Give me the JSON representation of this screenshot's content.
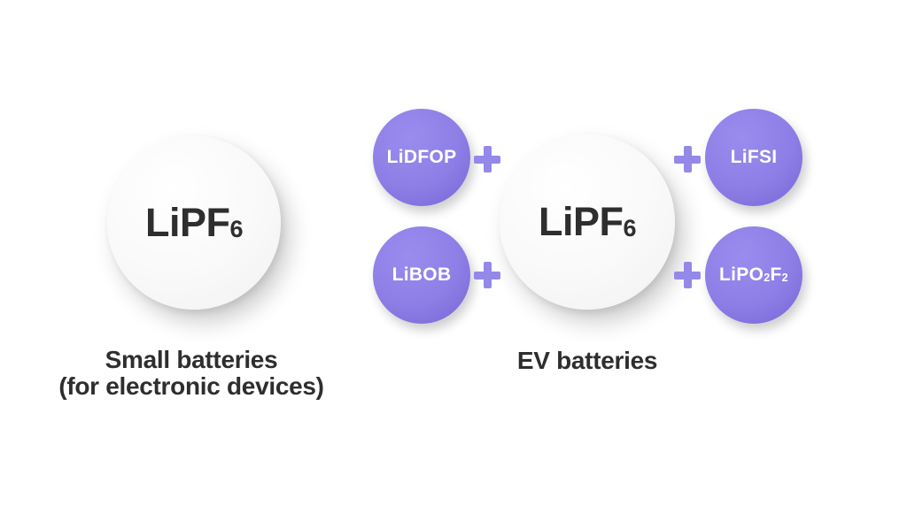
{
  "colors": {
    "background": "#ffffff",
    "purple_circle": "#8d7ee6",
    "purple_circle_edge": "#6e5ecf",
    "plus": "#9488e8",
    "white_circle": "#f8f8f8",
    "text_dark": "#2e2e2e",
    "text_white": "#ffffff"
  },
  "icons": {
    "plus": "+"
  },
  "left_group": {
    "main_parts": [
      {
        "text": "LiPF"
      },
      {
        "text": "6",
        "sub": true
      }
    ],
    "caption_lines": [
      "Small batteries",
      "(for electronic devices)"
    ]
  },
  "right_group": {
    "main_parts": [
      {
        "text": "LiPF"
      },
      {
        "text": "6",
        "sub": true
      }
    ],
    "caption": "EV batteries",
    "additives": [
      {
        "name": "LiDFOP",
        "parts": [
          {
            "text": "LiDFOP"
          }
        ]
      },
      {
        "name": "LiBOB",
        "parts": [
          {
            "text": "LiBOB"
          }
        ]
      },
      {
        "name": "LiFSI",
        "parts": [
          {
            "text": "LiFSI"
          }
        ]
      },
      {
        "name": "LiPO2F2",
        "parts": [
          {
            "text": "LiPO"
          },
          {
            "text": "2",
            "sub": true
          },
          {
            "text": "F"
          },
          {
            "text": "2",
            "sub": true
          }
        ]
      }
    ]
  }
}
